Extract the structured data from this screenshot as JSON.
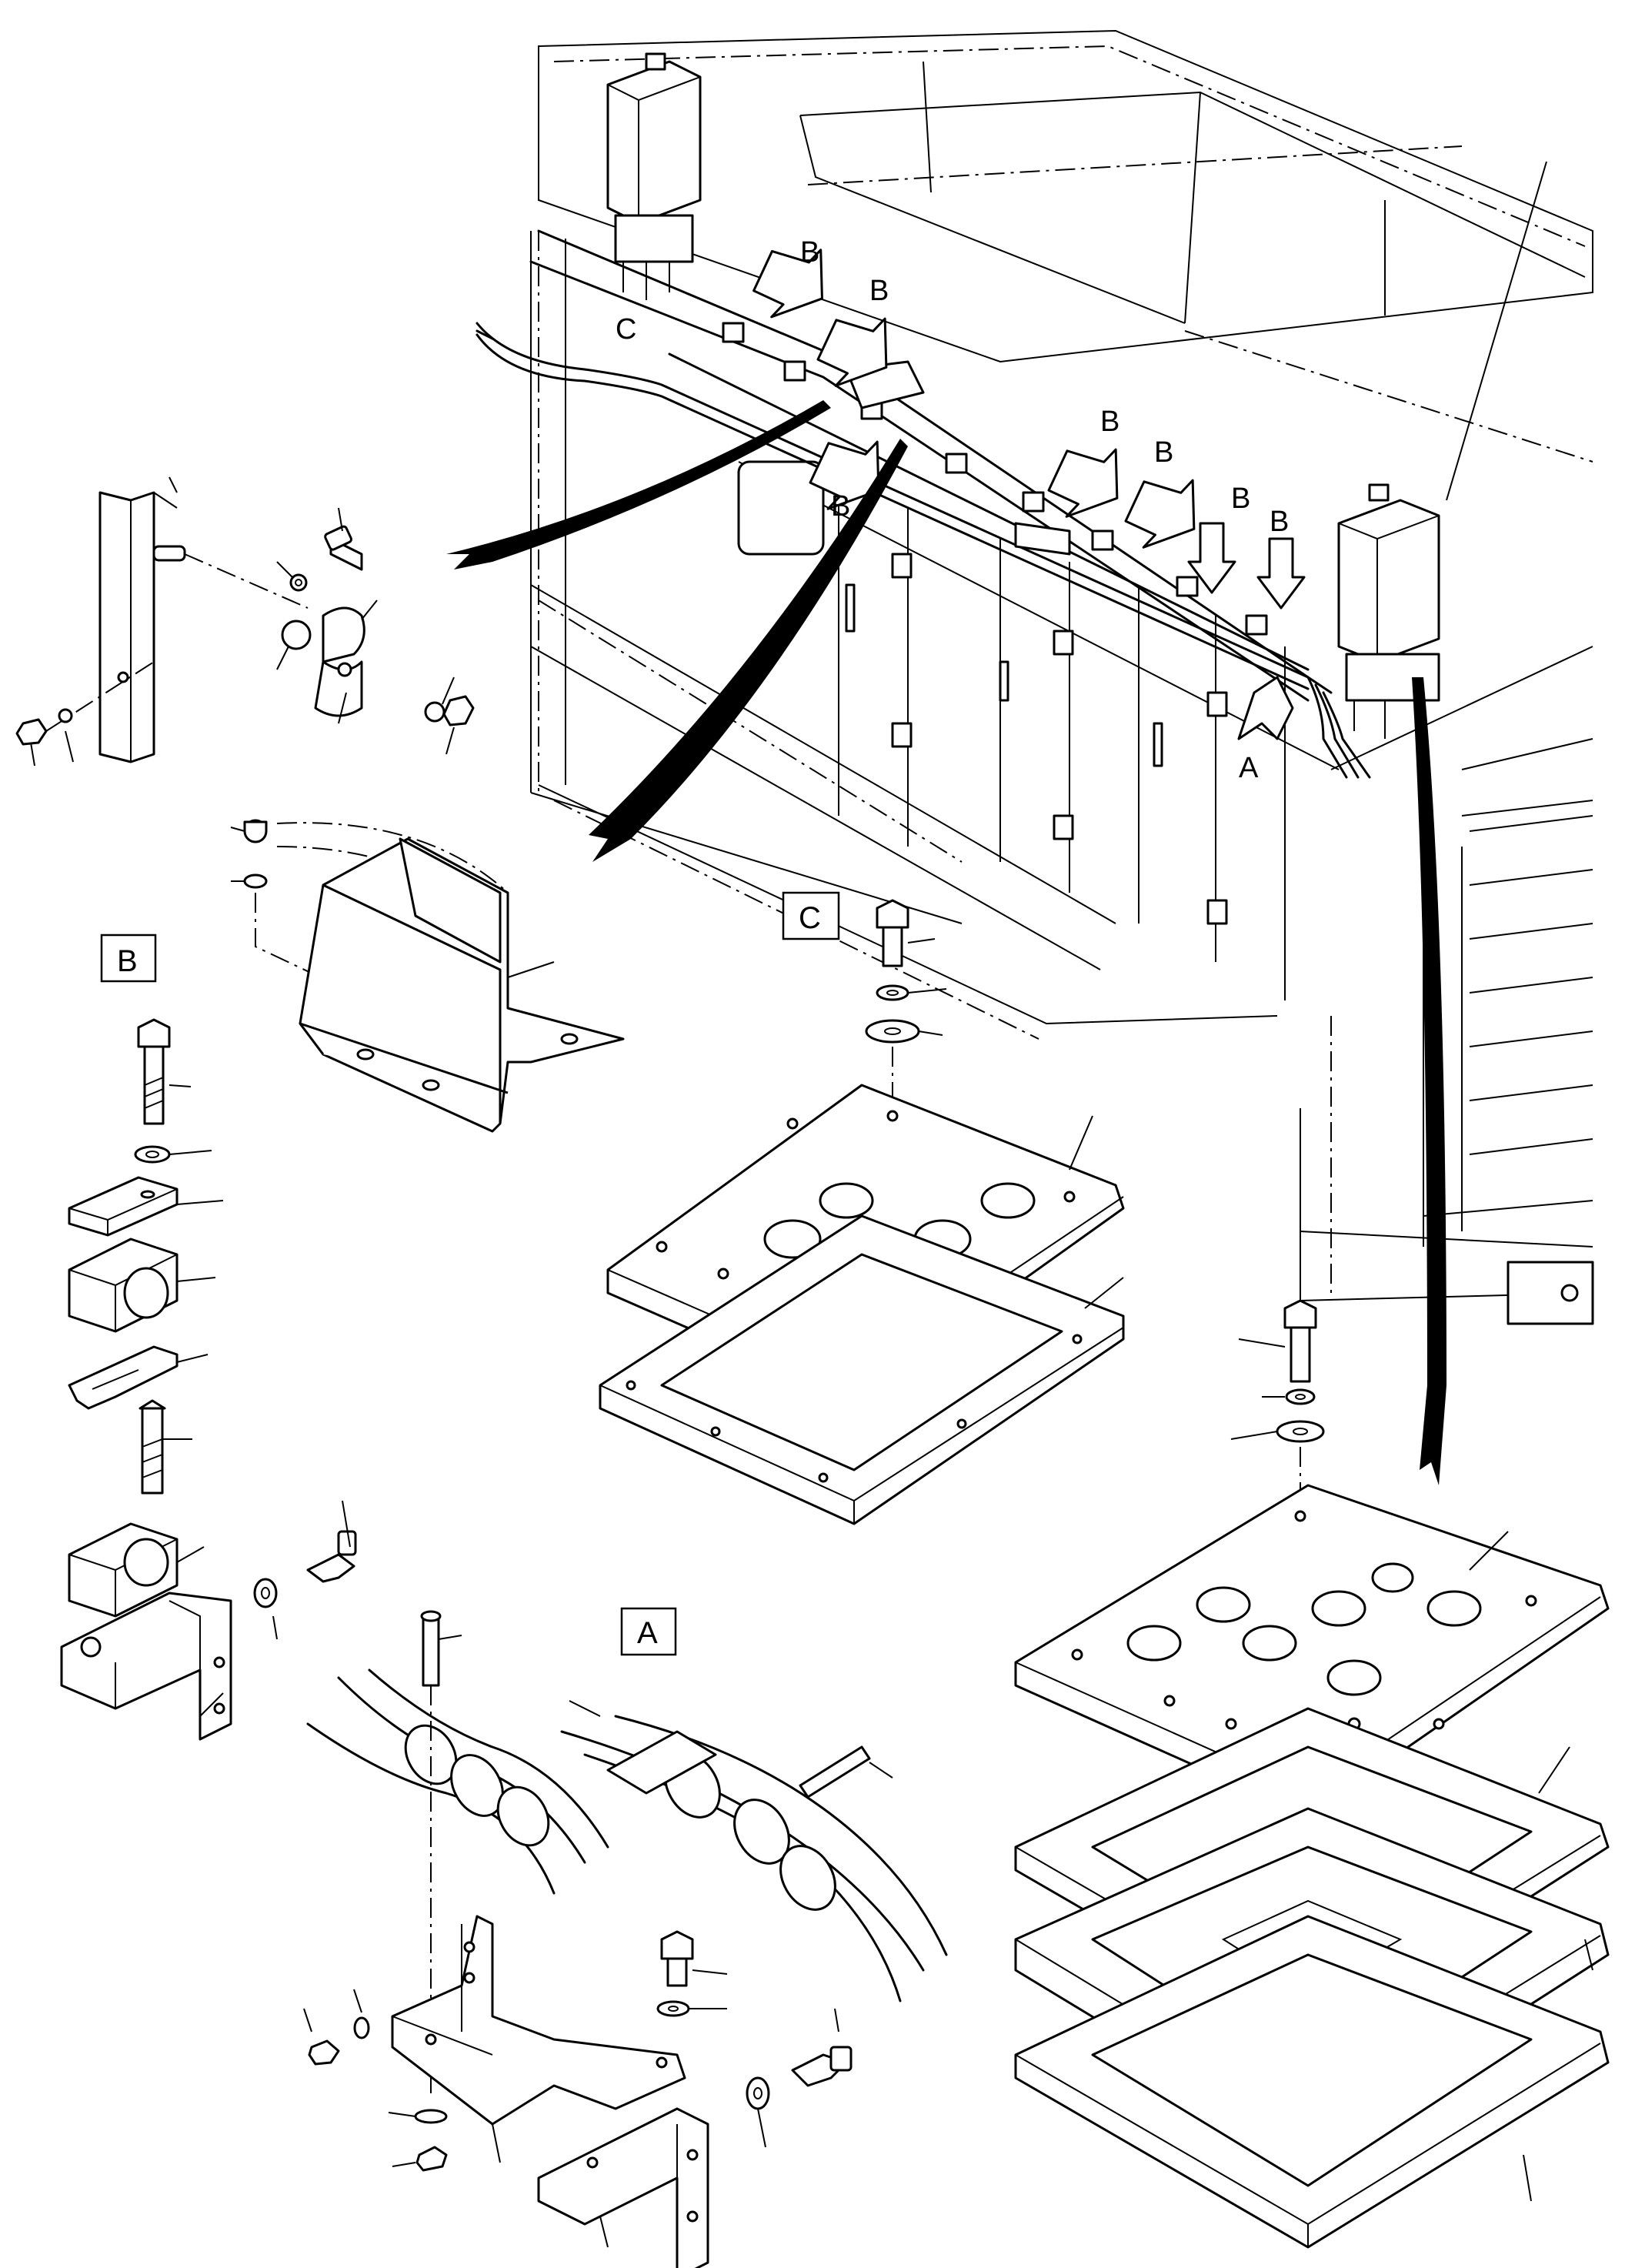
{
  "labels": {
    "callout_b": "B",
    "callout_c": "C",
    "callout_a": "A",
    "detail_b": "B",
    "detail_c": "C",
    "detail_a": "A"
  },
  "colors": {
    "line": "#000000",
    "background": "#ffffff",
    "shade": "#e6e6e6"
  }
}
